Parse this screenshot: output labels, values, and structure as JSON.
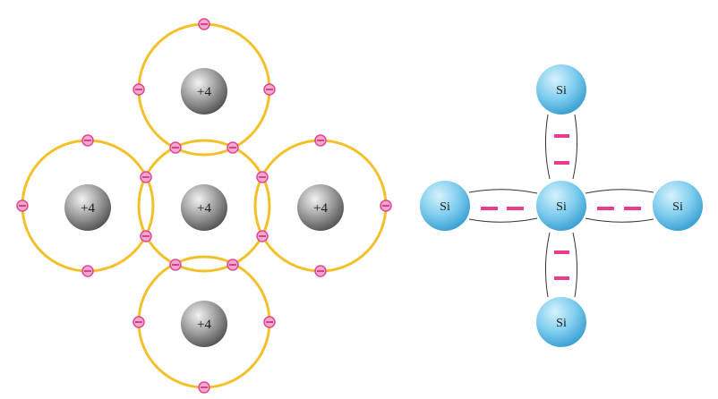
{
  "colors": {
    "orbit": "#f4c02a",
    "electron_fill": "#f4a6cf",
    "electron_stroke": "#e0488f",
    "nucleus_dark": "#555555",
    "nucleus_light": "#eeeeee",
    "si_dark": "#2f9bd0",
    "si_light": "#c9ecfa",
    "bond_dash": "#ec3b8c",
    "bond_line": "#333333"
  },
  "left_diagram": {
    "nucleus_charge": "+4",
    "electron_symbol": "−",
    "atoms": [
      {
        "id": "top",
        "label": "+4"
      },
      {
        "id": "left",
        "label": "+4"
      },
      {
        "id": "center",
        "label": "+4"
      },
      {
        "id": "right",
        "label": "+4"
      },
      {
        "id": "bottom",
        "label": "+4"
      }
    ]
  },
  "right_diagram": {
    "atoms": [
      {
        "id": "top",
        "label": "Si"
      },
      {
        "id": "left",
        "label": "Si"
      },
      {
        "id": "center",
        "label": "Si"
      },
      {
        "id": "right",
        "label": "Si"
      },
      {
        "id": "bottom",
        "label": "Si"
      }
    ],
    "electrons_per_bond": 2
  }
}
